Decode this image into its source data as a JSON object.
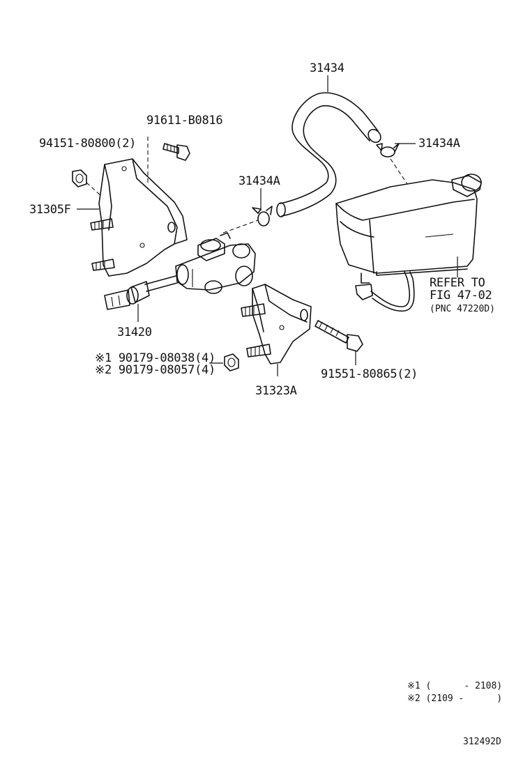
{
  "labels": {
    "p31434": "31434",
    "p91611": "91611-B0816",
    "p94151": "94151-80800(2)",
    "p31434A_right": "31434A",
    "p31434A_left": "31434A",
    "p31305F": "31305F",
    "p31420": "31420",
    "refer1": "REFER TO",
    "refer2": "FIG 47-02",
    "refer3": "(PNC 47220D)",
    "n1": "※1 90179-08038(4)",
    "n2": "※2 90179-08057(4)",
    "p91551": "91551-80865(2)",
    "p31323A": "31323A"
  },
  "footnotes": {
    "f1": "※1 (      - 2108)",
    "f2": "※2 (2109 -      )"
  },
  "diagram_id": "312492D"
}
